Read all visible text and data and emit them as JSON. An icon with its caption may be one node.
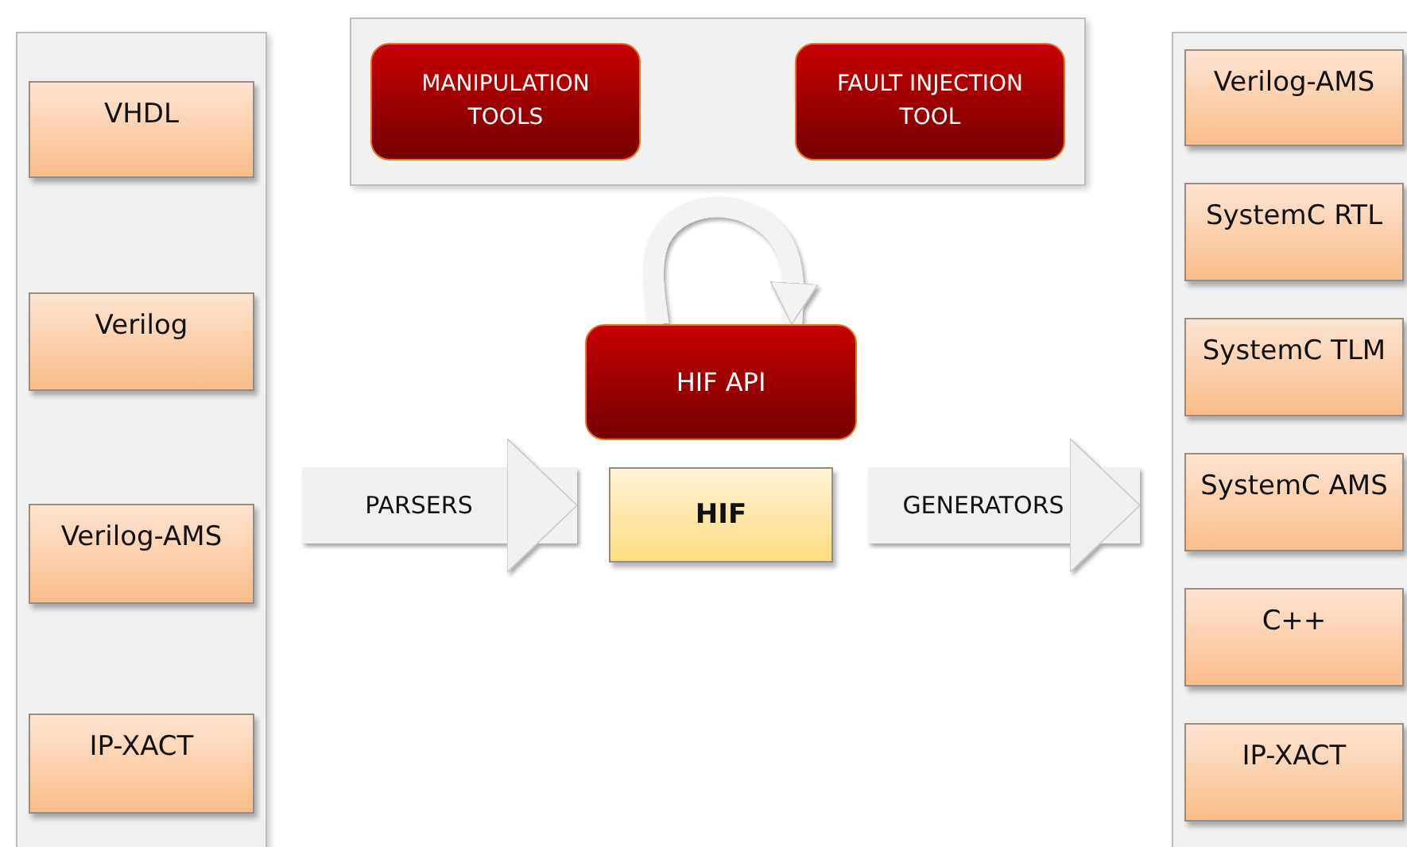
{
  "diagram": {
    "nodes": [
      {
        "text": [],
        "shape": "box"
      },
      {
        "text": [
          "VHDL"
        ],
        "in": 0
      },
      {
        "text": [
          "Verilog"
        ],
        "in": 0
      },
      {
        "text": [
          "Verilog-AMS"
        ],
        "in": 0
      },
      {
        "text": [
          "IP-XACT"
        ],
        "in": 0
      },
      {
        "text": [],
        "shape": "box"
      },
      {
        "text": [
          "MANIPULATION TOOLS"
        ],
        "in": 5
      },
      {
        "text": [
          "FAULT INJECTION TOOL"
        ],
        "in": 5
      },
      {
        "text": [
          "HIF API"
        ]
      },
      {
        "text": [
          "HIF"
        ]
      },
      {
        "text": [],
        "shape": "box"
      },
      {
        "text": [
          "Verilog-AMS"
        ],
        "in": 10
      },
      {
        "text": [
          "SystemC RTL"
        ],
        "in": 10
      },
      {
        "text": [
          "SystemC TLM"
        ],
        "in": 10
      },
      {
        "text": [
          "SystemC AMS"
        ],
        "in": 10
      },
      {
        "text": [
          "C++"
        ],
        "in": 10
      },
      {
        "text": [
          "IP-XACT"
        ],
        "in": 10
      }
    ],
    "edges": [
      {
        "from": 0,
        "to": 9,
        "arrow": "to",
        "label": "PARSERS"
      },
      {
        "from": 9,
        "to": 10,
        "arrow": "to",
        "label": "GENERATORS"
      },
      {
        "from": 8,
        "to": 8,
        "arrow": "to"
      }
    ]
  }
}
